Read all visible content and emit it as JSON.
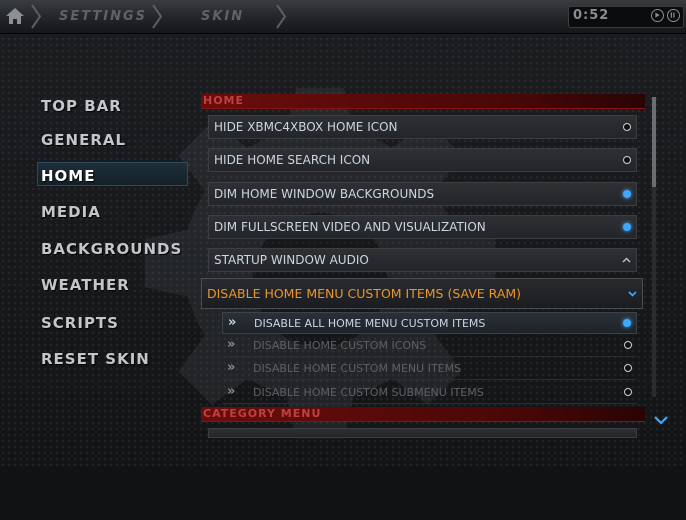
{
  "topbar": {
    "breadcrumbs": [
      "SETTINGS",
      "SKIN"
    ],
    "clock": "0:52"
  },
  "left_menu": {
    "items": [
      "TOP BAR",
      "GENERAL",
      "HOME",
      "MEDIA",
      "BACKGROUNDS",
      "WEATHER",
      "SCRIPTS",
      "RESET SKIN"
    ],
    "selected": "HOME"
  },
  "settings": {
    "section_home": "HOME",
    "rows": [
      {
        "label": "HIDE XBMC4XBOX HOME ICON",
        "enabled": false
      },
      {
        "label": "HIDE HOME SEARCH ICON",
        "enabled": false
      },
      {
        "label": "DIM HOME WINDOW BACKGROUNDS",
        "enabled": true
      },
      {
        "label": "DIM FULLSCREEN VIDEO AND VISUALIZATION",
        "enabled": true
      }
    ],
    "startup_audio": "STARTUP WINDOW AUDIO",
    "focused_group": "DISABLE HOME MENU CUSTOM ITEMS (SAVE RAM)",
    "sub_items": [
      {
        "label": "DISABLE ALL HOME MENU CUSTOM ITEMS",
        "enabled": true
      },
      {
        "label": "DISABLE HOME CUSTOM ICONS",
        "enabled": false
      },
      {
        "label": "DISABLE HOME CUSTOM MENU ITEMS",
        "enabled": false
      },
      {
        "label": "DISABLE HOME CUSTOM SUBMENU ITEMS",
        "enabled": false
      }
    ],
    "section_category": "CATEGORY MENU"
  },
  "colors": {
    "accent_blue": "#3fa8ff",
    "focus_orange": "#e8952e",
    "section_red": "#6b0d0d"
  }
}
